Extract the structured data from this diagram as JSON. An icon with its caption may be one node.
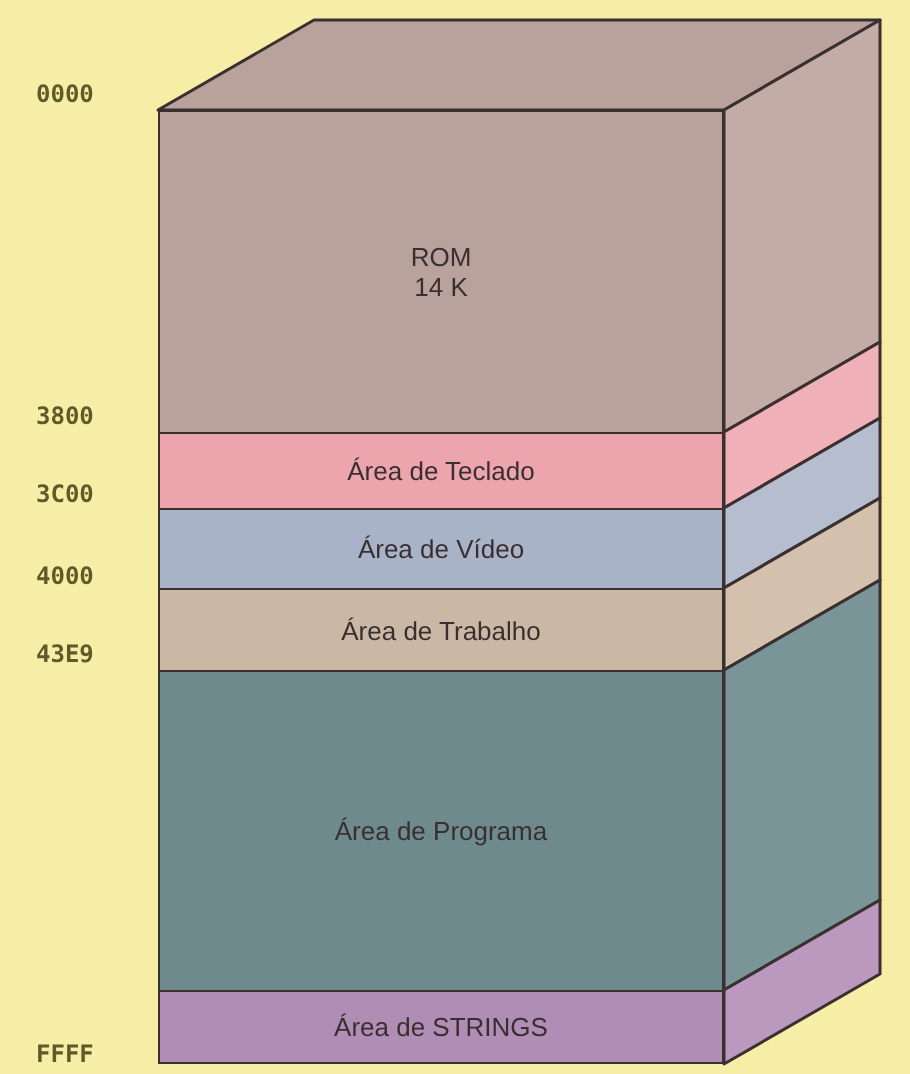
{
  "diagram": {
    "nodes": [
      {
        "text": [
          "ROM 14 K"
        ]
      },
      {
        "text": [
          "Área de Teclado"
        ]
      },
      {
        "text": [
          "Área de Vídeo"
        ]
      },
      {
        "text": [
          "Área de Trabalho"
        ]
      },
      {
        "text": [
          "Área de Programa"
        ]
      },
      {
        "text": [
          "Área de STRINGS"
        ]
      }
    ],
    "edges": [],
    "labels": [
      "0000",
      "3800",
      "3C00",
      "4000",
      "43E9",
      "FFFF"
    ]
  }
}
